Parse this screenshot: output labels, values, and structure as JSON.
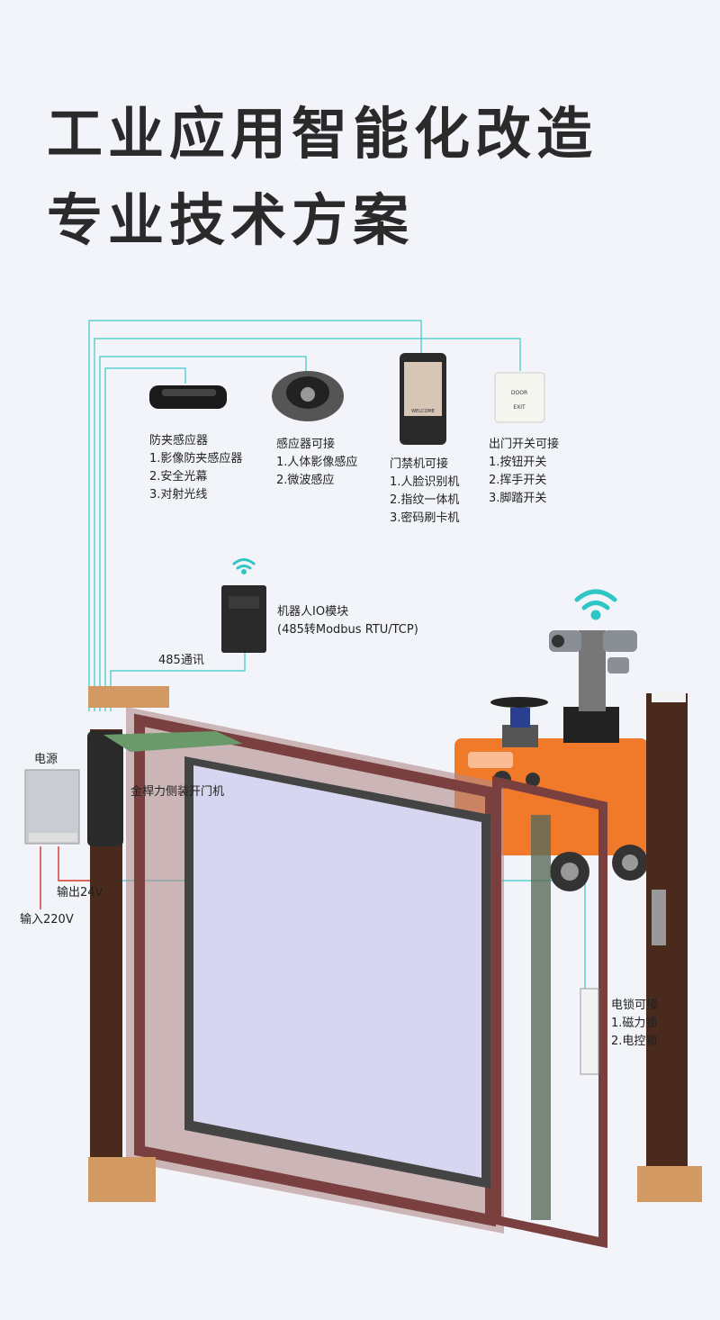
{
  "title": {
    "line1": "工业应用智能化改造",
    "line2": "专业技术方案"
  },
  "devices": {
    "anti_pinch": {
      "title": "防夹感应器",
      "items": [
        "1.影像防夹感应器",
        "2.安全光幕",
        "3.对射光线"
      ]
    },
    "sensor": {
      "title": "感应器可接",
      "items": [
        "1.人体影像感应",
        "2.微波感应"
      ]
    },
    "access": {
      "title": "门禁机可接",
      "items": [
        "1.人脸识别机",
        "2.指纹一体机",
        "3.密码刷卡机"
      ],
      "screen_text": "WELCOME"
    },
    "exit_switch": {
      "title": "出门开关可接",
      "items": [
        "1.按钮开关",
        "2.挥手开关",
        "3.脚踏开关"
      ],
      "button_top": "DOOR",
      "button_bottom": "EXIT"
    },
    "io_module": {
      "title": "机器人IO模块",
      "subtitle": "(485转Modbus RTU/TCP)"
    },
    "comm": {
      "label": "485通讯"
    },
    "power": {
      "title": "电源",
      "output": "输出24V",
      "input": "输入220V"
    },
    "opener": {
      "label": "金桿力侧装开门机"
    },
    "lock": {
      "title": "电锁可接",
      "items": [
        "1.磁力锁",
        "2.电控锁"
      ]
    }
  },
  "colors": {
    "wire": "#39c9c9",
    "power_wire": "#d9342a",
    "frame": "#8a4a44",
    "post": "#4a2a1c",
    "robot": "#f07a2a",
    "wifi": "#2fc6c6",
    "glass": "#d6d6f0"
  },
  "icons": [
    "wifi-icon",
    "robot-icon",
    "camera-icon"
  ]
}
